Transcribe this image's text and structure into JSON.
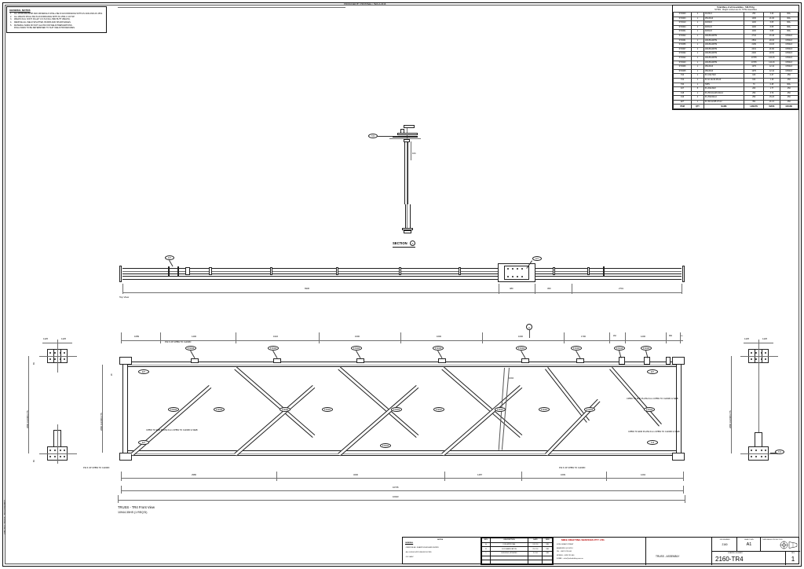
{
  "sheet": {
    "producer_note": "PRODUCED BY PROSTEEL / TEKLA 2016",
    "edge_label": "2160-TR4 : TRUSS - TR4 ASSEMBLY",
    "border_marks": [
      "1",
      "2",
      "3",
      "4",
      "5",
      "6"
    ]
  },
  "general_notes": {
    "title": "GENERAL NOTES",
    "items": [
      "ALL WORKMANSHIP AND MATERIALS SHALL BE IN ACCORDANCE WITH AS 4100 AND AS 1554.",
      "ALL WELDS SHALL BE IN ACCORDANCE WITH AS 1554.1 CAT SP.",
      "WELDS 6mm CONT. FILLET U.O.N (FULL PEN BUTT WELDS).",
      "REMOVE ALL WELD SPLATTER, BURRS AND SHARP EDGES.",
      "MATERIAL SIZES DO NOT ALLOW FOR WELD PREPARATIONS.",
      "FINAL SIZES TO BE DETERMINED TO SUIT WELD PROCEDURES."
    ]
  },
  "parts_list": {
    "caption1": "Total Mass of all Assemblies : 546.76 Kg",
    "caption2": "NOTES : Weight numbers are for TOTAL Assemblies",
    "columns": [
      "ITEM",
      "QTY",
      "NAME",
      "LENGTH",
      "MASS",
      "GRADE"
    ],
    "rows": [
      [
        "STR400",
        "2",
        "40x30x4",
        "250",
        "3.40",
        "300+"
      ],
      [
        "STR403",
        "1",
        "150x30x6",
        "1036",
        "21.06",
        "300+"
      ],
      [
        "STR410",
        "1",
        "40x50x6",
        "1100",
        "6.05",
        "300+"
      ],
      [
        "STR404",
        "1",
        "40x51x6",
        "1100",
        "6.05",
        "300+"
      ],
      [
        "STR401",
        "1",
        "40x51x6",
        "1100",
        "6.05",
        "300+"
      ],
      [
        "STR402",
        "1",
        "100x50x4RHS",
        "2742",
        "15.48",
        "C350LO"
      ],
      [
        "STR461",
        "1",
        "100x50x4RHS",
        "2564",
        "20.03",
        "C350LO"
      ],
      [
        "STR456",
        "1",
        "100x50x4RHS",
        "2189",
        "24.03",
        "C350LO"
      ],
      [
        "STR407",
        "2",
        "100x50x4RHS",
        "2431",
        "21.60",
        "C350LO"
      ],
      [
        "STR462",
        "1",
        "100x50x4RHS",
        "2400",
        "20.53",
        "C350LO"
      ],
      [
        "STR422",
        "1",
        "100x50x4RHS",
        "10735",
        "124.46",
        "C350LO"
      ],
      [
        "STR423",
        "1",
        "100x50x4RHS",
        "10735",
        "124.46",
        "C350LO"
      ],
      [
        "STR406",
        "1",
        "150x30x6",
        "1079",
        "12.44",
        "C350LO"
      ],
      [
        "STR405",
        "1",
        "150x30x6",
        "1079",
        "12.44",
        "C350LO"
      ],
      [
        "T24",
        "1",
        "PL 100x70x8",
        "100",
        "0.47",
        "250"
      ],
      [
        "T22",
        "1",
        "PL 62.12x40.25x10",
        "102",
        "1.16",
        "250"
      ],
      [
        "T20",
        "1",
        "TWPL",
        "70",
        "0.45",
        "300+"
      ],
      [
        "F27",
        "8",
        "PL 200x30x8",
        "200",
        "1.77",
        "250"
      ],
      [
        "F18",
        "1",
        "PL 250.24x145.32x12",
        "250",
        "3.70",
        "250"
      ],
      [
        "F16",
        "4",
        "PL 250x90x12",
        "250",
        "15.23",
        "250"
      ],
      [
        "E27",
        "1",
        "PL 354.22x85.07x12",
        "354",
        "21.21",
        "250"
      ]
    ],
    "footer": [
      "ITEM",
      "QTY",
      "NAME",
      "LENGTH",
      "MASS",
      "GRADE"
    ]
  },
  "views": {
    "section": {
      "label": "SECTION",
      "mark": "A",
      "dim_1": "104",
      "balloon": "T20"
    },
    "top_view": {
      "label": "Top View",
      "dims": [
        "6930",
        "480",
        "450",
        "2701"
      ],
      "balloons": [
        "F27",
        "F27"
      ]
    },
    "front_view": {
      "label": "TRUSS - TR4 Front View",
      "sub_label": "10944.35HS (1 REQ'D)",
      "top_dims": [
        "1089",
        "1400",
        "1622",
        "1600",
        "1600",
        "1600",
        "1700",
        "262",
        "1200",
        "689",
        "26"
      ],
      "bottom_dims": [
        "2980",
        "3200",
        "1487",
        "1609",
        "1294"
      ],
      "overall_dims": [
        "10735",
        "10943"
      ],
      "left_dims": [
        "26",
        "260"
      ],
      "side_height": "2880 CHORD CTS",
      "weld_notes": [
        "FW 6 UP CPBW TO CHORD",
        "CPBW TO END PLATE 6mm CPBW TO CHORD & WEB",
        "CPBW TO END PLATE 6mm CPBW TO CHORD & WEB",
        "CPBW TO END PLATE 6mm CPBW TO CHORD & WEB",
        "FW 6 UP CPBW TO CHORD",
        "FW 6 UP CPBW TO CHORD"
      ],
      "balloons_top": [
        "STR400",
        "STR400",
        "STR400",
        "STR400",
        "STR401",
        "STR404",
        "STR410",
        "STR403",
        "STR406"
      ],
      "balloons_web": [
        "STR422",
        "STR456",
        "STR462",
        "STR461",
        "STR402",
        "STR407",
        "STR407",
        "STR461",
        "STR456",
        "STR422"
      ],
      "balloons_bottom": [
        "STR423"
      ],
      "balloons_plate": [
        "E27",
        "E27",
        "E27",
        "F18"
      ],
      "detail_dim": "1004"
    },
    "end_view_left": {
      "dims": [
        "1425",
        "1425",
        "65",
        "65"
      ],
      "height": "2880 CHORD CTS"
    },
    "end_view_right": {
      "dims": [
        "1425",
        "1425",
        "65",
        "65"
      ],
      "height": "2880 CHORD CTS",
      "balloon": "T24"
    }
  },
  "title_block": {
    "notes_header": "NOTES",
    "notes_group": "GENERAL",
    "notes_lines": [
      "- REMOVE ALL SHARP EDGES AND BURRS",
      "- ALL HOLES Ø22 UNLESS NOTED",
      "- NO GALV."
    ],
    "rev_columns": [
      "REV",
      "DESCRIPTION",
      "DATE",
      "DRN"
    ],
    "rev_rows": [
      [
        "A",
        "FOR APPROVAL",
        "24.2.16",
        "MB"
      ],
      [
        "B",
        "FOR FABRICATION",
        "25.2.16",
        "MB"
      ],
      [
        "1",
        "BUILDING UPDATED",
        "3.3.16",
        "MB"
      ]
    ],
    "company": {
      "name": "MIKE DRAFTING SERVICES PTY LTD.",
      "line1": "4/230 GREAT STREET",
      "line2": "ASHMORE QLD 4214",
      "line3": "PH. : 0987 9729 661",
      "line4": "MOBILE : 0428 299 660",
      "line5": "E-MAIL : mike@mikedrafting.com.au"
    },
    "drawing_title": "TRUSS - ASSEMBLY",
    "job_number_label": "JOB NUMBER",
    "job_number": "2160",
    "sheet_size_label": "SHEET SIZE",
    "sheet_size": "A1",
    "projection_label": "THIRD ANGLE PROJECTION",
    "drawing_number_label": "DRAWING NUMBER",
    "drawing_number": "2160-TR4",
    "rev_label": "REV",
    "rev": "1"
  }
}
